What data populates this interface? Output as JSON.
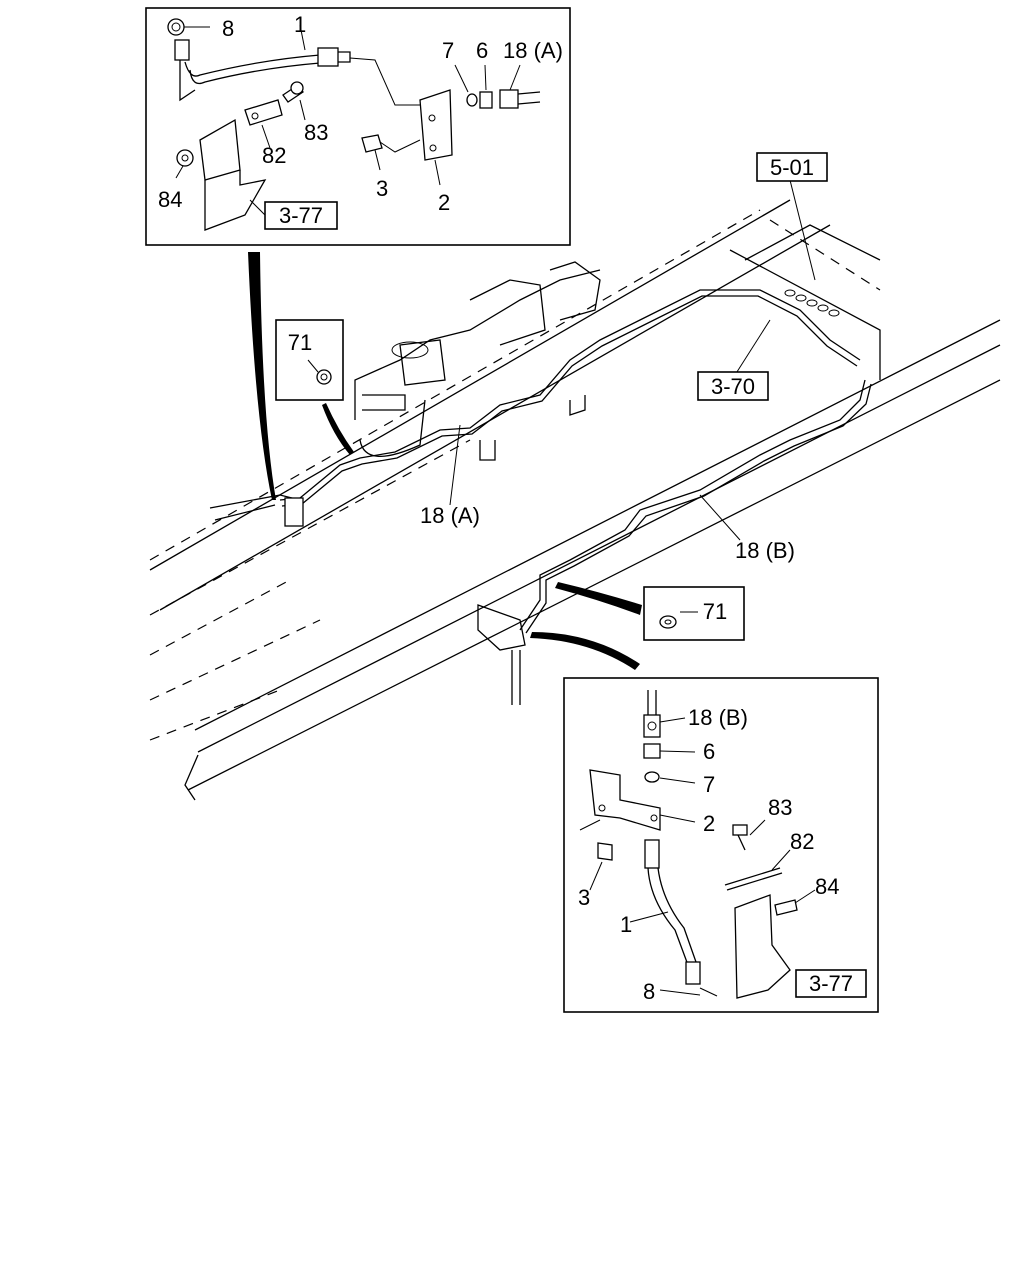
{
  "inset_top": {
    "labels": {
      "p8": "8",
      "p1": "1",
      "p7": "7",
      "p6": "6",
      "p18a": "18 (A)",
      "p83": "83",
      "p82": "82",
      "p3": "3",
      "p2": "2",
      "p84": "84",
      "ref": "3-77"
    }
  },
  "main": {
    "ref_501": "5-01",
    "ref_370": "3-70",
    "clip_left": "71",
    "clip_right": "71",
    "pipe_a": "18 (A)",
    "pipe_b": "18 (B)"
  },
  "inset_bottom": {
    "labels": {
      "p18b": "18 (B)",
      "p6": "6",
      "p7": "7",
      "p2": "2",
      "p83": "83",
      "p82": "82",
      "p84": "84",
      "p3": "3",
      "p1": "1",
      "p8": "8",
      "ref": "3-77"
    }
  }
}
